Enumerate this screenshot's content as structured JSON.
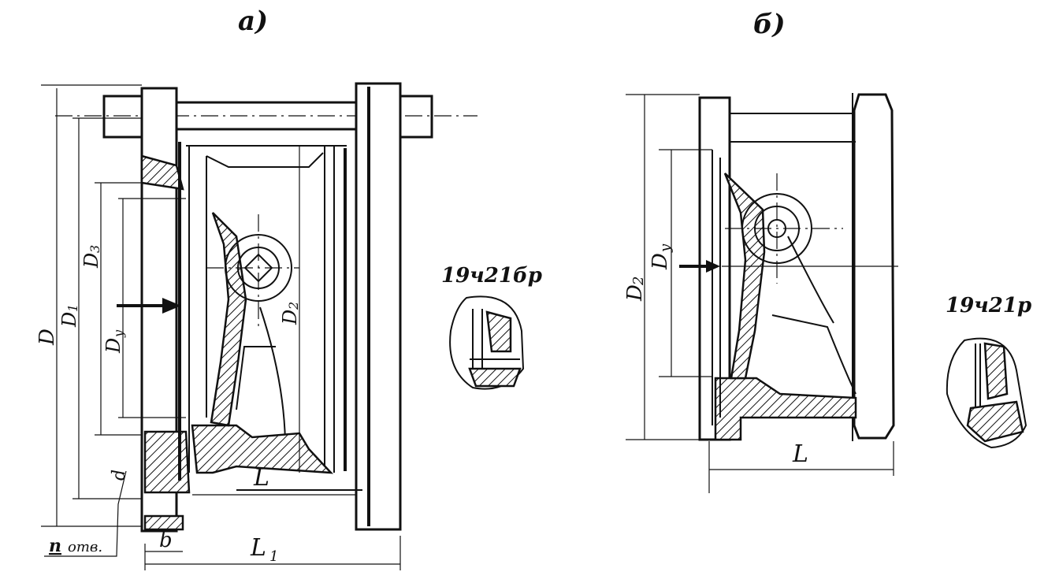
{
  "views": {
    "a": {
      "title": "а)",
      "labels": {
        "D": "D",
        "D1": "D",
        "D1_sub": "1",
        "D3": "D",
        "D3_sub": "3",
        "Dy": "D",
        "Dy_sub": "у",
        "D2": "D",
        "D2_sub": "2",
        "d": "d",
        "L": "L",
        "L1": "L",
        "L1_sub": "1",
        "b": "b",
        "n": "n",
        "n_suffix": "отв."
      },
      "detail_title": "19ч21бр"
    },
    "b": {
      "title": "б)",
      "labels": {
        "D2": "D",
        "D2_sub": "2",
        "Dy": "D",
        "Dy_sub": "у",
        "L": "L"
      },
      "detail_title": "19ч21р"
    }
  }
}
